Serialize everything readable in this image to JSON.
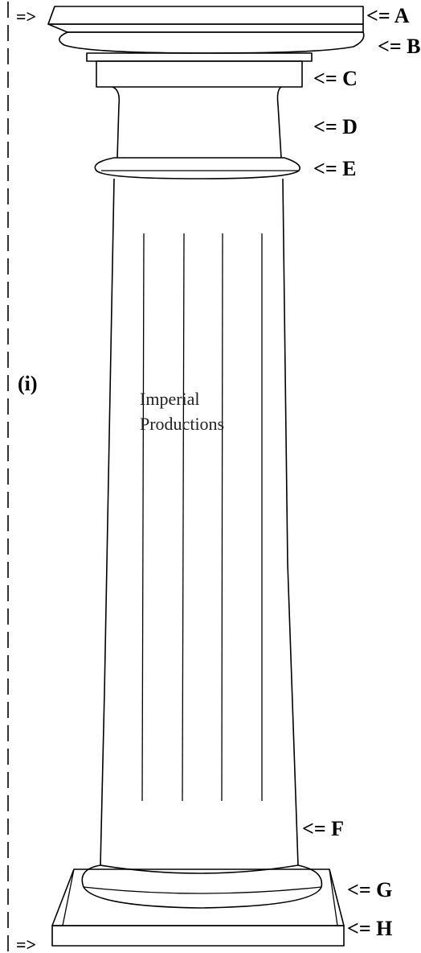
{
  "labels": {
    "a": "<= A",
    "b": "<= B",
    "c": "<= C",
    "d": "<= D",
    "e": "<= E",
    "f": "<= F",
    "g": "<= G",
    "h": "<= H",
    "height": "(i)",
    "top_arrow": "=>",
    "bottom_arrow": "=>"
  },
  "watermark": {
    "line1": "Imperial",
    "line2": "Productions"
  }
}
